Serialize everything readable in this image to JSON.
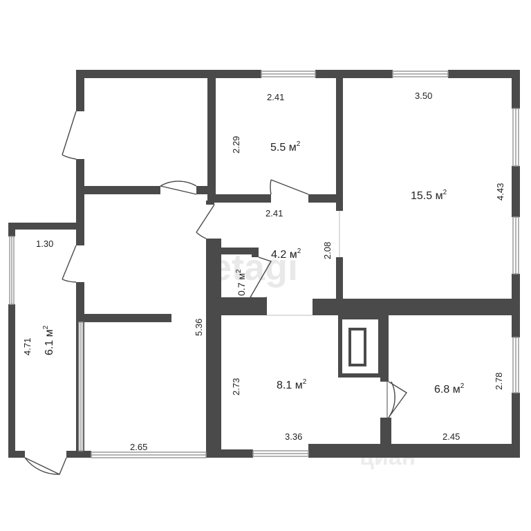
{
  "colors": {
    "wall": "#4a4a4a",
    "window": "#bdbdbd",
    "watermark": "#e9e9e9"
  },
  "watermarks": {
    "center": "etagi",
    "corner": "циан"
  },
  "rooms": [
    {
      "id": "room-small-top",
      "area": "5.5 м",
      "width": "2.41",
      "depth": "2.29"
    },
    {
      "id": "room-large",
      "area": "15.5 м",
      "width": "3.50",
      "depth": "4.43"
    },
    {
      "id": "corridor",
      "area": "4.2 м",
      "width": "2.41",
      "depth": "2.08"
    },
    {
      "id": "wc",
      "area": "0.7 м"
    },
    {
      "id": "room-bottom-mid",
      "area": "8.1 м",
      "width": "3.36",
      "depth": "2.73"
    },
    {
      "id": "room-bottom-right",
      "area": "6.8 м",
      "width": "2.45",
      "depth": "2.78"
    },
    {
      "id": "veranda",
      "area": "6.1 м",
      "width": "1.30",
      "depth": "4.71"
    },
    {
      "id": "hall",
      "width": "2.65",
      "depth": "5.36"
    }
  ],
  "sup": "2"
}
